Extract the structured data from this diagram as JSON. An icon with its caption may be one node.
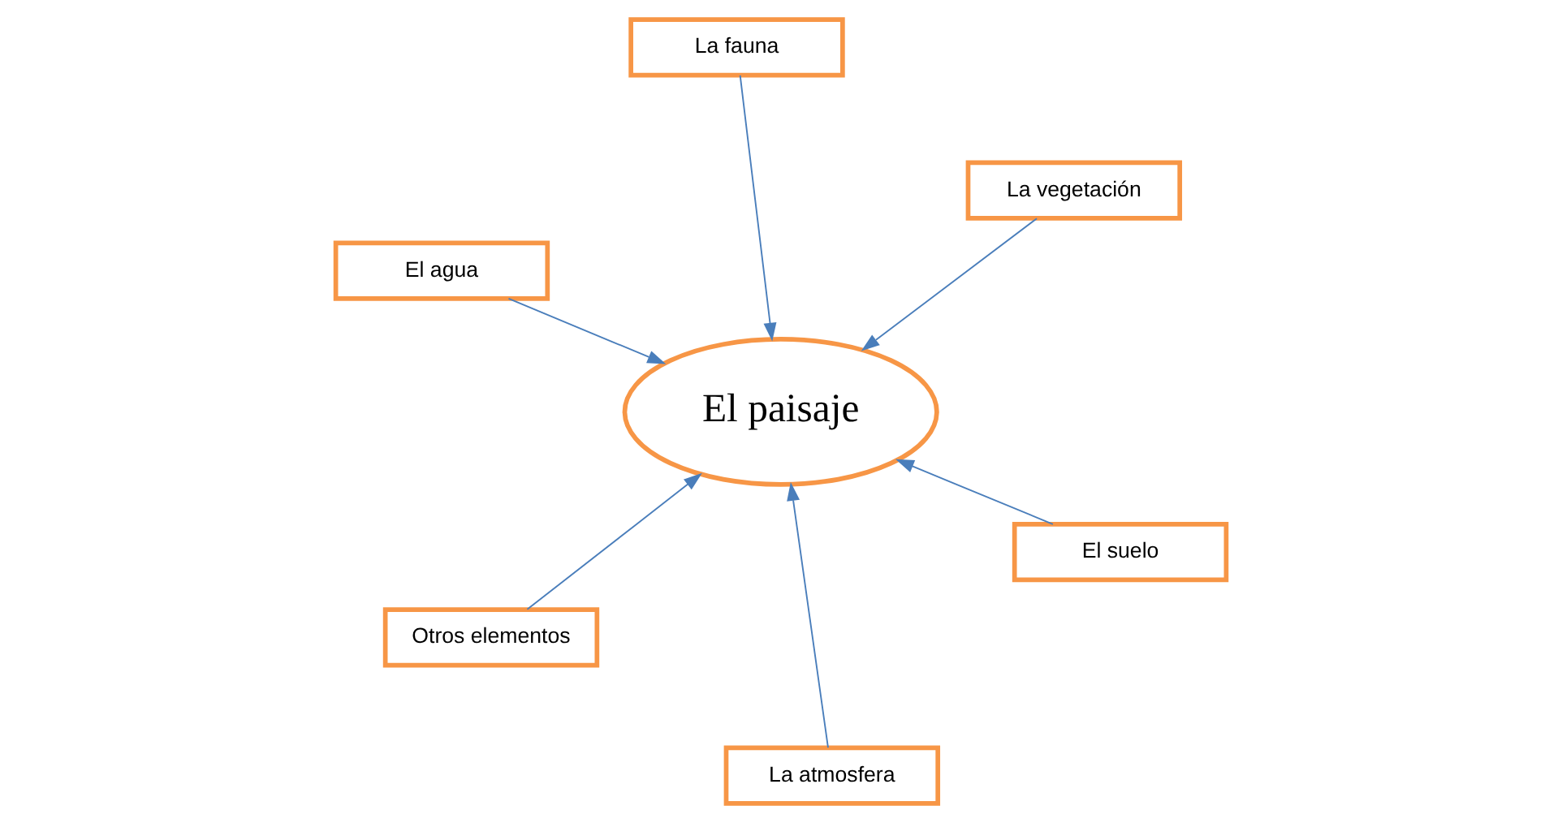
{
  "diagram": {
    "nodes": [
      {
        "text": [
          "El agua"
        ]
      },
      {
        "text": [
          "El suelo"
        ]
      },
      {
        "text": [
          "La atmosfera"
        ]
      },
      {
        "text": [
          "El paisaje"
        ]
      },
      {
        "text": [
          "La vegetación"
        ]
      },
      {
        "text": [
          "La fauna"
        ]
      },
      {
        "text": [
          "Otros elementos"
        ]
      }
    ],
    "edges": [
      {
        "from": 0,
        "to": 3,
        "arrow": "to"
      },
      {
        "from": 1,
        "to": 3,
        "arrow": "to"
      },
      {
        "from": 2,
        "to": 3,
        "arrow": "to"
      },
      {
        "from": 4,
        "to": 3,
        "arrow": "to"
      },
      {
        "from": 5,
        "to": 3,
        "arrow": "to"
      },
      {
        "from": 6,
        "to": 3,
        "arrow": "to"
      }
    ]
  }
}
